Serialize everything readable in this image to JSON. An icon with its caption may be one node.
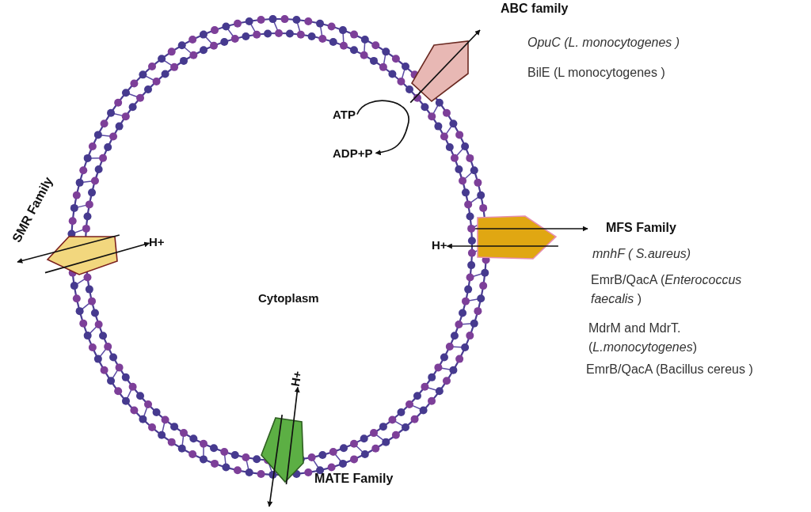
{
  "diagram": {
    "nodes": [
      {
        "text": [],
        "shape": "pentagon"
      },
      {
        "text": [
          "ATP"
        ]
      },
      {
        "text": [
          "ADP+P"
        ]
      },
      {
        "text": [],
        "shape": "pentagon"
      },
      {
        "text": [
          "H+"
        ]
      },
      {
        "text": [],
        "shape": "pentagon"
      },
      {
        "text": [
          "H+"
        ]
      },
      {
        "text": [],
        "shape": "pentagon"
      },
      {
        "text": [
          "H+"
        ]
      }
    ],
    "edges": [
      {
        "from": 0,
        "to": null,
        "arrow": "to"
      },
      {
        "from": 1,
        "to": 2,
        "arrow": "to"
      },
      {
        "from": 3,
        "to": null,
        "arrow": "to"
      },
      {
        "from": 3,
        "to": 4,
        "arrow": "to"
      },
      {
        "from": 5,
        "to": null,
        "arrow": "to"
      },
      {
        "from": 5,
        "to": 6,
        "arrow": "to"
      },
      {
        "from": 7,
        "to": 8,
        "arrow": "to"
      },
      {
        "from": 7,
        "to": null,
        "arrow": "to"
      }
    ],
    "labels": [
      "ABC family",
      "OpuC (L. monocytogenes )",
      "BilE (L monocytogenes )",
      "SMR Family",
      "MFS Family",
      "mnhF ( S.aureus)",
      "EmrB/QacA (*Enterococcus faecalis* )",
      "Cytoplasm",
      "MdrM and MdrT. (*L.monocytogenes*)",
      "EmrB/QacA (Bacillus cereus )",
      "MATE Family"
    ]
  }
}
